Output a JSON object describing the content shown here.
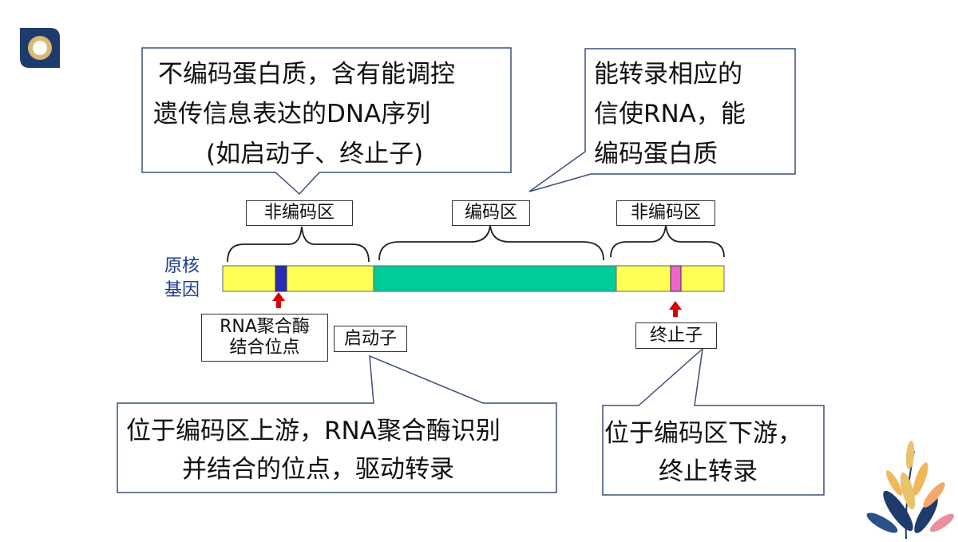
{
  "callouts": {
    "top_left": [
      "不编码蛋白质，含有能调控",
      "遗传信息表达的DNA序列",
      "(如启动子、终止子)"
    ],
    "top_right": [
      "能转录相应的",
      "信使RNA，能",
      "编码蛋白质"
    ],
    "bottom_left": [
      "位于编码区上游，RNA聚合酶识别",
      "并结合的位点，驱动转录"
    ],
    "bottom_right": [
      "位于编码区下游，",
      "终止转录"
    ]
  },
  "regions": {
    "noncoding_left": "非编码区",
    "coding": "编码区",
    "noncoding_right": "非编码区"
  },
  "gene_label": [
    "原核",
    "基因"
  ],
  "site_labels": {
    "rna_pol_site": [
      "RNA聚合酶",
      "结合位点"
    ],
    "promoter": "启动子",
    "terminator": "终止子"
  },
  "colors": {
    "noncoding": "#ffff55",
    "coding": "#00cc99",
    "rna_pol_site": "#2b2bb8",
    "terminator": "#ee66cc",
    "arrow": "#dd0000",
    "accent": "#1f3b6e"
  }
}
